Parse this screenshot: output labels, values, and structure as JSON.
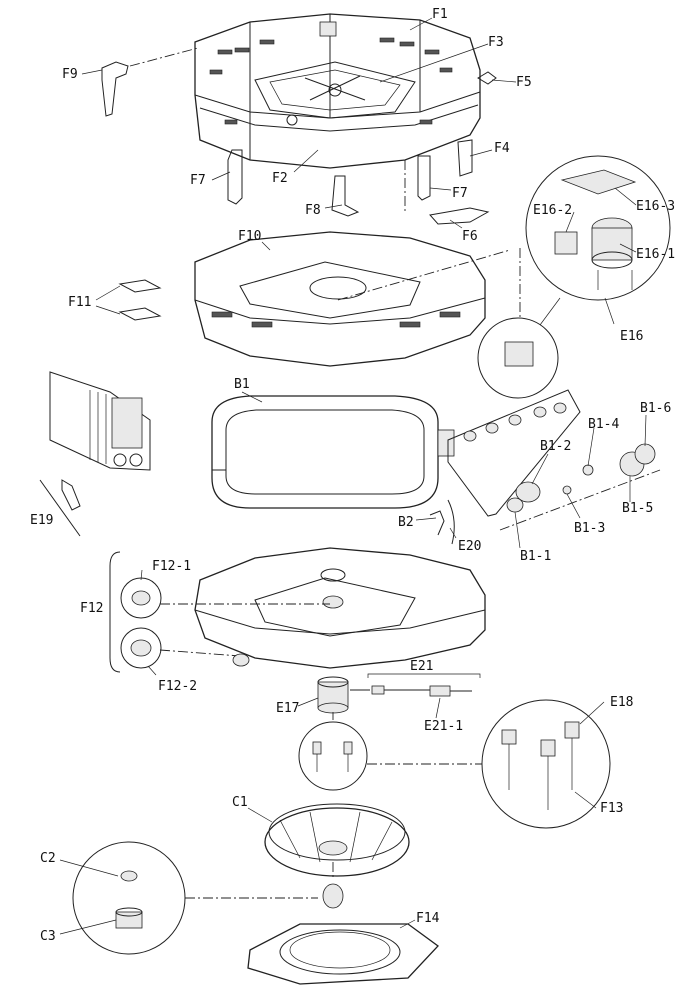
{
  "labels": {
    "F1": "F1",
    "F2": "F2",
    "F3": "F3",
    "F4": "F4",
    "F5": "F5",
    "F6": "F6",
    "F7": "F7",
    "F8": "F8",
    "F9": "F9",
    "F10": "F10",
    "F11": "F11",
    "F12": "F12",
    "F12_1": "F12-1",
    "F12_2": "F12-2",
    "F13": "F13",
    "F14": "F14",
    "E16": "E16",
    "E16_1": "E16-1",
    "E16_2": "E16-2",
    "E16_3": "E16-3",
    "E17": "E17",
    "E18": "E18",
    "E19": "E19",
    "E20": "E20",
    "E21": "E21",
    "E21_1": "E21-1",
    "B1": "B1",
    "B1_1": "B1-1",
    "B1_2": "B1-2",
    "B1_3": "B1-3",
    "B1_4": "B1-4",
    "B1_5": "B1-5",
    "B1_6": "B1-6",
    "B2": "B2",
    "C1": "C1",
    "C2": "C2",
    "C3": "C3"
  }
}
